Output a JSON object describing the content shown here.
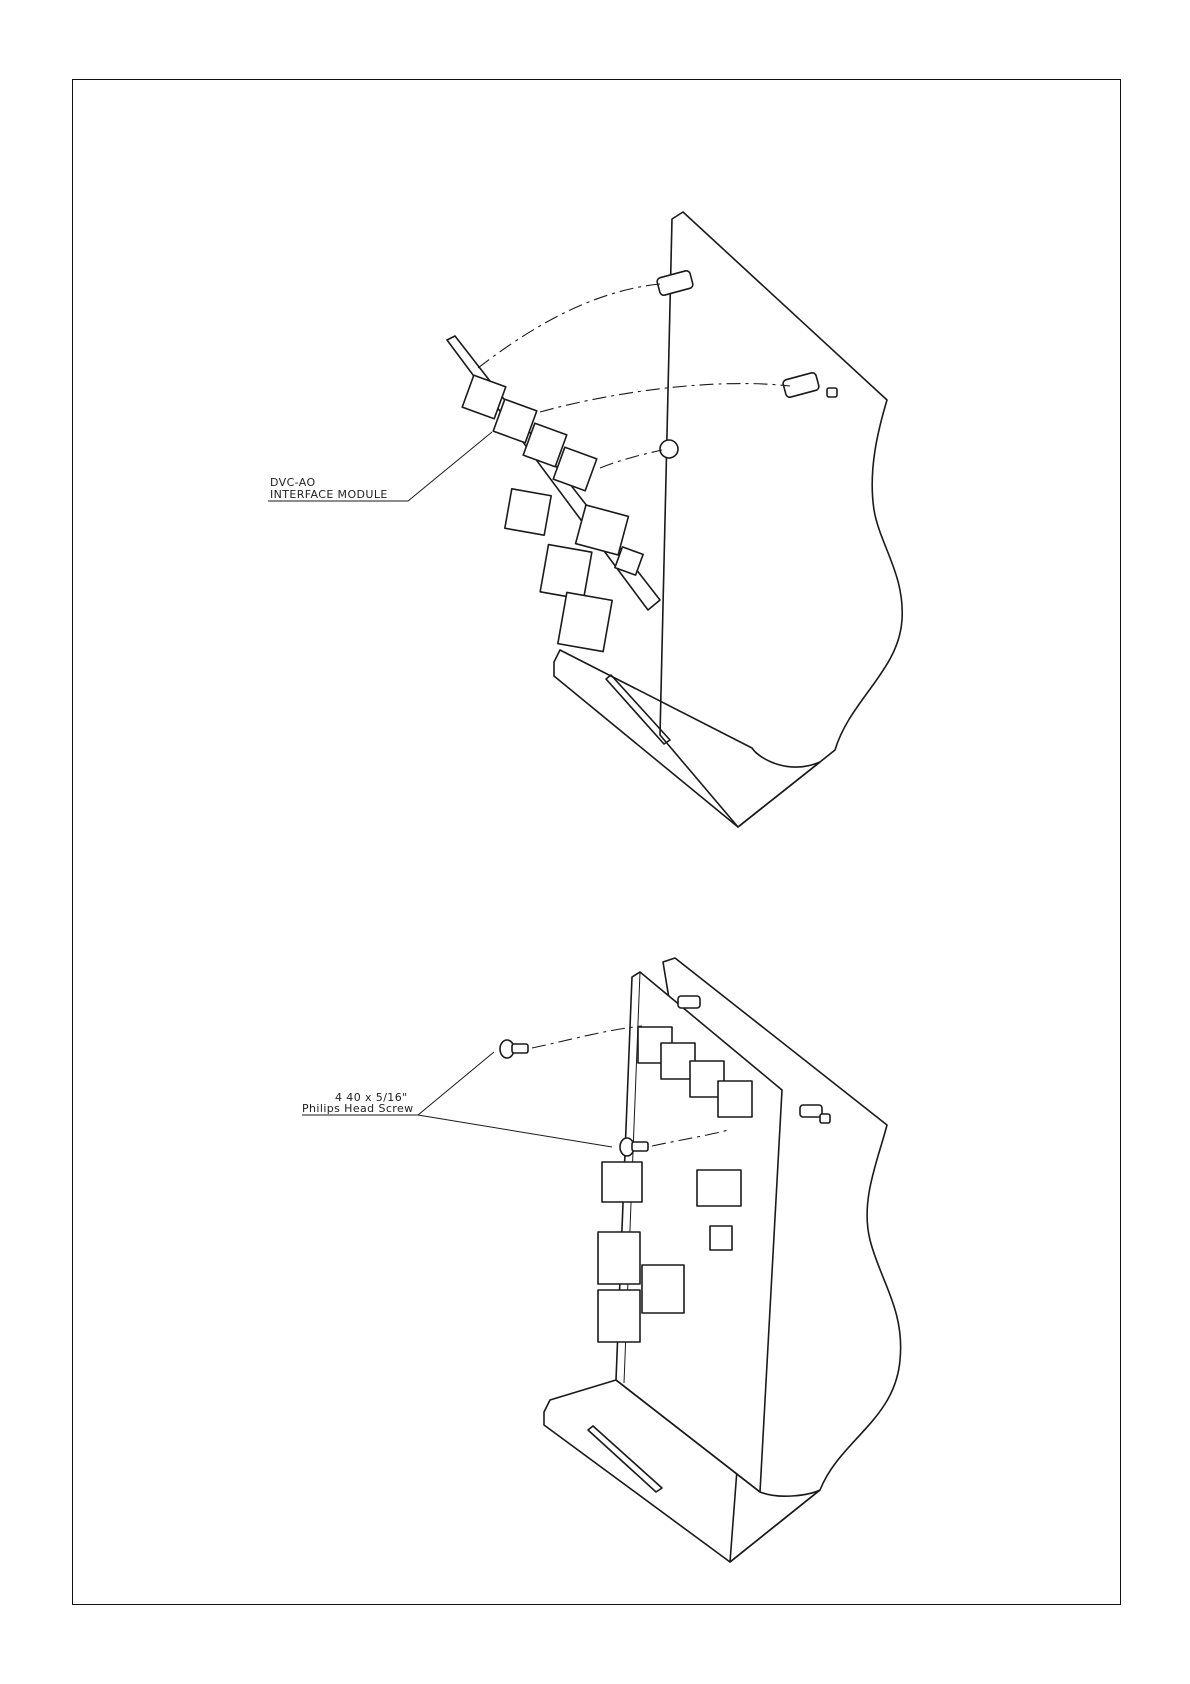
{
  "labels": {
    "top_line1": "DVC-AO",
    "top_line2": "INTERFACE MODULE",
    "bottom_line1": "4 40 x 5/16\"",
    "bottom_line2": "Philips Head Screw"
  },
  "colors": {
    "ink": "#1a1a1a",
    "paper": "#ffffff"
  }
}
